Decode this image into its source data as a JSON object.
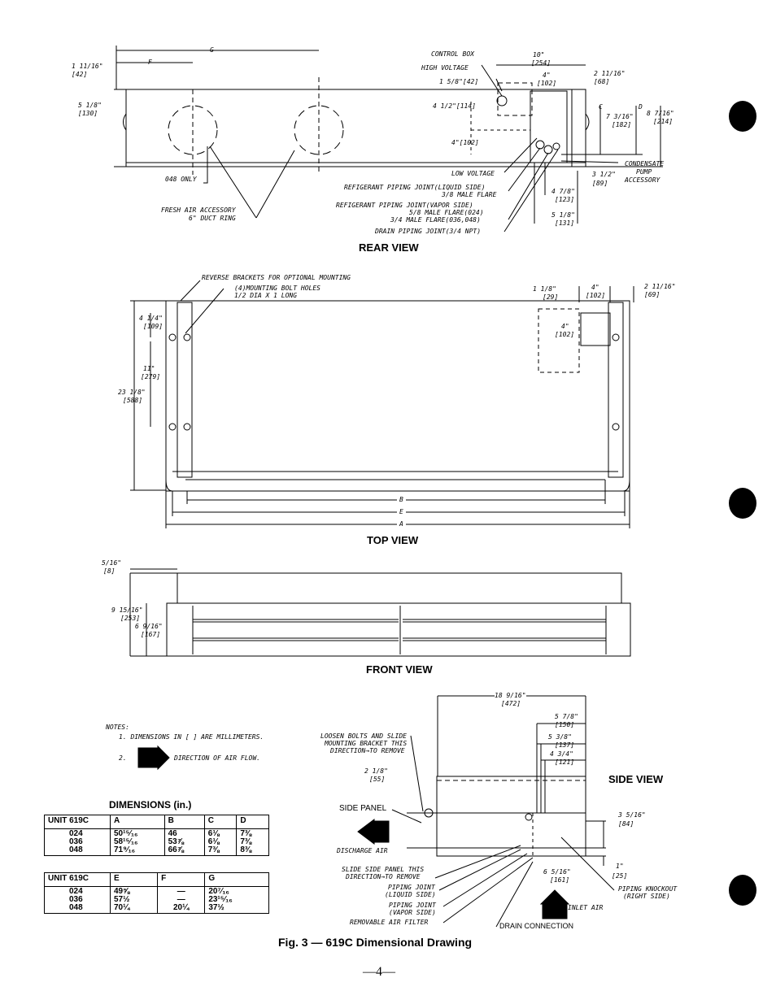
{
  "rear_view": {
    "title": "REAR VIEW",
    "labels": {
      "g": "G",
      "f": "F",
      "dim_1_11_16": "1 11/16\"",
      "dim_42": "[42]",
      "dim_5_1_8": "5 1/8\"",
      "dim_130": "[130]",
      "control_box": "CONTROL BOX",
      "high_voltage": "HIGH VOLTAGE",
      "dim_1_5_8": "1 5/8\"[42]",
      "dim_4_1_2": "4 1/2\"[114]",
      "dim_4_102": "4\"[102]",
      "dim_10": "10\"",
      "dim_254": "[254]",
      "dim_4": "4\"",
      "dim_102": "[102]",
      "dim_2_11_16": "2 11/16\"",
      "dim_68": "[68]",
      "c": "C",
      "d": "D",
      "dim_7_3_16": "7 3/16\"",
      "dim_182": "[182]",
      "dim_8_7_16": "8 7/16\"",
      "dim_214": "[214]",
      "condensate": "CONDENSATE",
      "pump": "PUMP",
      "accessory": "ACCESSORY",
      "dim_3_1_2": "3 1/2\"",
      "dim_89": "[89]",
      "dim_4_7_8": "4 7/8\"",
      "dim_123": "[123]",
      "dim_5_1_8b": "5 1/8\"",
      "dim_131": "[131]",
      "only_048": "048 ONLY",
      "fresh_air": "FRESH AIR ACCESSORY",
      "duct_ring": "6\" DUCT RING",
      "low_voltage": "LOW VOLTAGE",
      "ref_liquid": "REFIGERANT PIPING JOINT(LIQUID SIDE)",
      "male_3_8": "3/8 MALE FLARE",
      "ref_vapor": "REFIGERANT PIPING JOINT(VAPOR SIDE)",
      "male_5_8": "5/8 MALE FLARE(024)",
      "male_3_4": "3/4 MALE FLARE(036,048)",
      "drain_joint": "DRAIN PIPING JOINT(3/4 NPT)"
    }
  },
  "top_view": {
    "title": "TOP VIEW",
    "labels": {
      "reverse_brackets": "REVERSE BRACKETS FOR OPTIONAL MOUNTING",
      "bolt_holes": "(4)MOUNTING BOLT HOLES",
      "bolt_size": "1/2 DIA X 1 LONG",
      "dim_4_1_4": "4 1/4\"",
      "dim_109": "[109]",
      "dim_11": "11\"",
      "dim_279": "[279]",
      "dim_23_1_8": "23 1/8\"",
      "dim_588": "[588]",
      "dim_1_1_8": "1 1/8\"",
      "dim_29": "[29]",
      "dim_4": "4\"",
      "dim_102": "[102]",
      "dim_2_11_16": "2 11/16\"",
      "dim_69": "[69]",
      "dim_4b": "4\"",
      "dim_102b": "[102]",
      "b": "B",
      "e": "E",
      "a": "A"
    }
  },
  "front_view": {
    "title": "FRONT VIEW",
    "labels": {
      "dim_5_16": "5/16\"",
      "dim_8": "[8]",
      "dim_9_15_16": "9 15/16\"",
      "dim_253": "[253]",
      "dim_6_9_16": "6 9/16\"",
      "dim_167": "[167]"
    }
  },
  "side_view": {
    "title": "SIDE VIEW",
    "labels": {
      "dim_18_9_16": "18 9/16\"",
      "dim_472": "[472]",
      "dim_5_7_8": "5 7/8\"",
      "dim_150": "[150]",
      "dim_5_3_8": "5 3/8\"",
      "dim_137": "[137]",
      "dim_4_3_4": "4 3/4\"",
      "dim_121": "[121]",
      "loosen_1": "LOOSEN BOLTS AND SLIDE",
      "loosen_2": "MOUNTING BRACKET THIS",
      "loosen_3": "DIRECTION→TO REMOVE",
      "dim_2_1_8": "2 1/8\"",
      "dim_55": "[55]",
      "side_panel": "SIDE PANEL",
      "discharge_air": "DISCHARGE AIR",
      "slide_1": "SLIDE SIDE PANEL THIS",
      "slide_2": "DIRECTION→TO REMOVE",
      "pj_liquid_1": "PIPING JOINT",
      "pj_liquid_2": "(LIQUID SIDE)",
      "pj_vapor_1": "PIPING JOINT",
      "pj_vapor_2": "(VAPOR SIDE)",
      "filter": "REMOVABLE AIR FILTER",
      "dim_6_5_16": "6 5/16\"",
      "dim_161": "[161]",
      "dim_3_5_16": "3 5/16\"",
      "dim_84": "[84]",
      "dim_1": "1\"",
      "dim_25": "[25]",
      "knockout_1": "PIPING KNOCKOUT",
      "knockout_2": "(RIGHT SIDE)",
      "inlet_air": "INLET AIR",
      "drain_connection": "DRAIN CONNECTION"
    }
  },
  "notes": {
    "heading": "NOTES:",
    "note1": "1. DIMENSIONS IN [ ] ARE MILLIMETERS.",
    "note2_num": "2.",
    "note2": "DIRECTION OF AIR FLOW."
  },
  "dimensions": {
    "title": "DIMENSIONS (in.)",
    "table1": {
      "headers": [
        "UNIT 619C",
        "A",
        "B",
        "C",
        "D"
      ],
      "rows": [
        [
          "024",
          "50¹⁵⁄₁₆",
          "46",
          "6⅛",
          "7⅜"
        ],
        [
          "036",
          "58¹⁵⁄₁₆",
          "53⅞",
          "6⅛",
          "7⅜"
        ],
        [
          "048",
          "71⁹⁄₁₆",
          "66⅞",
          "7⅜",
          "8⅜"
        ]
      ]
    },
    "table2": {
      "headers": [
        "UNIT 619C",
        "E",
        "F",
        "G"
      ],
      "rows": [
        [
          "024",
          "49⅝",
          "—",
          "20⁷⁄₁₆"
        ],
        [
          "036",
          "57½",
          "—",
          "23¹⁵⁄₁₆"
        ],
        [
          "048",
          "70¼",
          "20¼",
          "37½"
        ]
      ]
    }
  },
  "caption": "Fig. 3 — 619C Dimensional Drawing",
  "page_number": "—4—"
}
